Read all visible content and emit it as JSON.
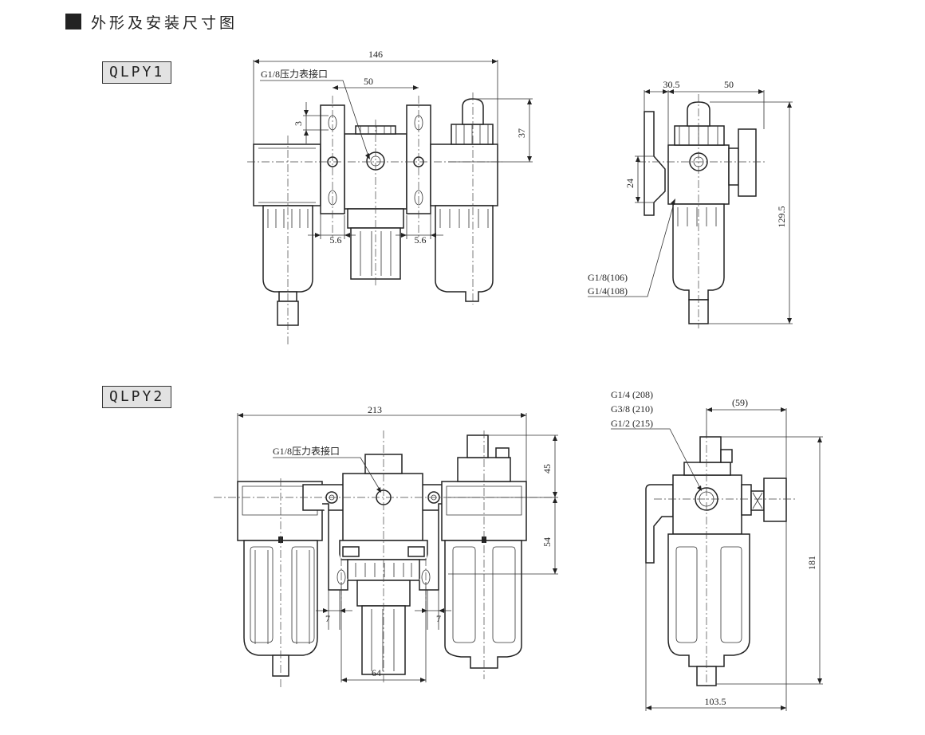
{
  "header": {
    "title": "外形及安装尺寸图"
  },
  "models": [
    {
      "name": "QLPY1",
      "front": {
        "overall_width": "146",
        "gauge_port": "G1/8压力表接口",
        "center_width": "50",
        "slot": "3",
        "cap_height": "37",
        "gap_left": "5.6",
        "gap_right": "5.6"
      },
      "side": {
        "dim_a": "30.5",
        "dim_b": "50",
        "bracket": "24",
        "height": "129.5",
        "ports": [
          "G1/8(106)",
          "G1/4(108)"
        ]
      }
    },
    {
      "name": "QLPY2",
      "front": {
        "overall_width": "213",
        "gauge_port": "G1/8压力表接口",
        "cap_height": "45",
        "body_height": "54",
        "gap_left": "7",
        "gap_right": "7",
        "center_width": "64"
      },
      "side": {
        "ports": [
          "G1/4 (208)",
          "G3/8 (210)",
          "G1/2 (215)"
        ],
        "depth": "(59)",
        "height": "181",
        "width": "103.5"
      }
    }
  ]
}
